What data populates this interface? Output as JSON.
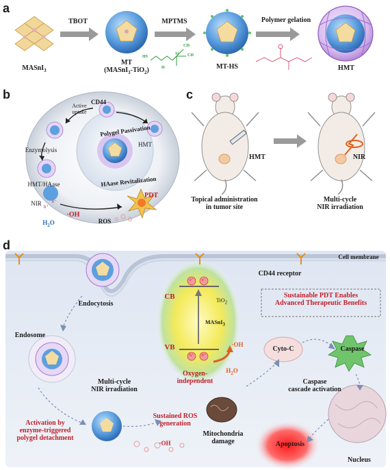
{
  "panels": {
    "a": "a",
    "b": "b",
    "c": "c",
    "d": "d"
  },
  "a": {
    "masni": "MASnI",
    "masni_sub": "3",
    "step1": "TBOT",
    "mt_line1": "MT",
    "mt_line2": "(MASnI",
    "mt_line2_sub": "3",
    "mt_line2_end": "-TiO",
    "mt_line2_sub2": "2",
    "mt_line2_close": ")",
    "step2": "MPTMS",
    "mths": "MT-HS",
    "step3": "Polymer gelation",
    "hmt": "HMT",
    "mptms_hs": "HS",
    "mptms_ch3a": "CH",
    "mptms_ch3b": "CH",
    "mptms_h3c": "H",
    "mptms_si": "Si",
    "mptms_o": "O"
  },
  "b": {
    "cd44": "CD44",
    "active_uptake": "Active uptake",
    "polygel": "Polygel Passivation",
    "haase": "HAase Revitalization",
    "enzymolysis": "Enzymolysis",
    "hmt": "HMT",
    "hmt_haase": "HMT/HAase",
    "nir": "NIR",
    "pdt": "PDT",
    "oh": "·OH",
    "h2o": "H",
    "h2o_sub": "2",
    "h2o_end": "O",
    "ros": "ROS",
    "h_plus": "h⁺",
    "e_minus": "e⁻"
  },
  "c": {
    "hmt": "HMT",
    "topical_line1": "Topical administration",
    "topical_line2": "in tumor site",
    "nir": "NIR",
    "multi_line1": "Multi-cycle",
    "multi_line2": "NIR irradiation"
  },
  "d": {
    "cell_membrane": "Cell membrane",
    "cd44_receptor": "CD44 receptor",
    "endocytosis": "Endocytosis",
    "endosome": "Endosome",
    "multi_line1": "Multi-cycle",
    "multi_line2": "NIR irradiation",
    "activation_line1": "Activation by",
    "activation_line2": "enzyme-triggered",
    "activation_line3": "polygel detachment",
    "cb": "CB",
    "vb": "VB",
    "tio2": "TiO",
    "tio2_sub": "2",
    "masni3": "MASnI",
    "masni3_sub": "3",
    "e_minus": "e⁻",
    "h_plus": "h⁺",
    "oh_radical": "·OH",
    "h2o": "H",
    "h2o_sub": "2",
    "h2o_end": "O",
    "oxygen_line1": "Oxygen-",
    "oxygen_line2": "independent",
    "sustainable_line1": "Sustainable PDT Enables",
    "sustainable_line2": "Advanced Therapeutic Benefits",
    "cyto_c": "Cyto-C",
    "caspase": "Caspase",
    "caspase_cascade_line1": "Caspase",
    "caspase_cascade_line2": "cascade activation",
    "sustained_line1": "Sustained ROS",
    "sustained_line2": "generation",
    "oh_bottom": "·OH",
    "mito_line1": "Mitochondria",
    "mito_line2": "damage",
    "apoptosis": "Apoptosis",
    "nucleus": "Nucleus"
  },
  "colors": {
    "accent_red": "#c0202a",
    "accent_orange": "#e0601c",
    "nanoparticle_blue": "#4f93d6",
    "polygel_purple": "#b58cd8",
    "crystal_gold": "#e9c37a",
    "cell_bg": "#e8eef8",
    "glow_yellow": "#f5ec6a",
    "glow_green": "#9fd6a0",
    "caspase_green": "#6fc46c",
    "apoptosis_red": "#ff2a2a"
  }
}
